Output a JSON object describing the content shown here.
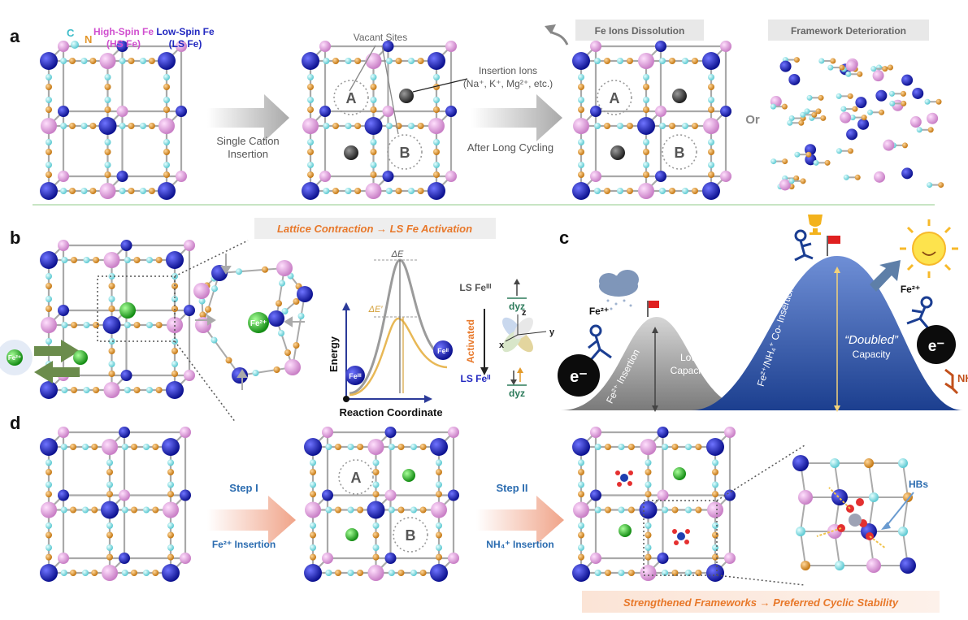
{
  "panel_labels": {
    "a": "a",
    "b": "b",
    "c": "c",
    "d": "d"
  },
  "colors": {
    "hs_fe": "#d98fd6",
    "ls_fe": "#1f24b8",
    "c_atom": "#7fe0e8",
    "n_atom": "#e3962a",
    "rod": "#a8a8a8",
    "guest_gray": "#4a4a4a",
    "fe2_green": "#2bb52b",
    "accent_orange": "#e8782a",
    "accent_blue": "#2b6cb0",
    "mountain_blue": "#2f55a8",
    "mountain_gray": "#8c8c8c"
  },
  "panel_a": {
    "legend_c": "C",
    "legend_n": "N",
    "legend_hs_line1": "High-Spin Fe",
    "legend_hs_line2": "(HS Fe)",
    "legend_ls_line1": "Low-Spin Fe",
    "legend_ls_line2": "(LS Fe)",
    "arrow1_line1": "Single Cation",
    "arrow1_line2": "Insertion",
    "vacant_sites": "Vacant Sites",
    "site_a": "A",
    "site_b": "B",
    "insertion_ions_line1": "Insertion Ions",
    "insertion_ions_line2": "(Na⁺, K⁺, Mg²⁺, etc.)",
    "after_long_cycling": "After Long Cycling",
    "fe_dissolution": "Fe Ions Dissolution",
    "framework_deterioration": "Framework Deterioration",
    "or": "Or"
  },
  "panel_b": {
    "banner": "Lattice Contraction  →  LS Fe Activation",
    "fe2_ion": "Fe²⁺",
    "energy_axis": "Energy",
    "reaction_axis": "Reaction Coordinate",
    "delta_e": "ΔE",
    "delta_e_prime": "ΔE′",
    "fe_ii": "Feᴵᴵ",
    "fe_iii": "Feᴵᴵᴵ",
    "ls_fe_iii": "LS Feᴵᴵᴵ",
    "ls_fe_ii": "LS Feᴵᴵ",
    "dyz_top": "dyz",
    "dyz_bottom": "dyz",
    "activated": "Activated",
    "axis_z": "z",
    "axis_x": "x",
    "axis_y": "y"
  },
  "panel_c": {
    "fe2_left": "Fe²⁺",
    "fe2_right": "Fe²⁺",
    "electron": "e⁻",
    "small_mountain_label": "Fe²⁺ Insertion",
    "low_capacity_line1": "Low",
    "low_capacity_line2": "Capacity",
    "big_mountain_label": "Fe²⁺/NH₄⁺ Co- Insertion",
    "doubled": "“Doubled”",
    "capacity": "Capacity",
    "nh_cut": "NH"
  },
  "panel_d": {
    "step1": "Step I",
    "step1_sub": "Fe²⁺ Insertion",
    "step2": "Step II",
    "step2_sub": "NH₄⁺ Insertion",
    "site_a": "A",
    "site_b": "B",
    "hbs": "HBs",
    "banner": "Strengthened Frameworks  →  Preferred Cyclic Stability"
  }
}
